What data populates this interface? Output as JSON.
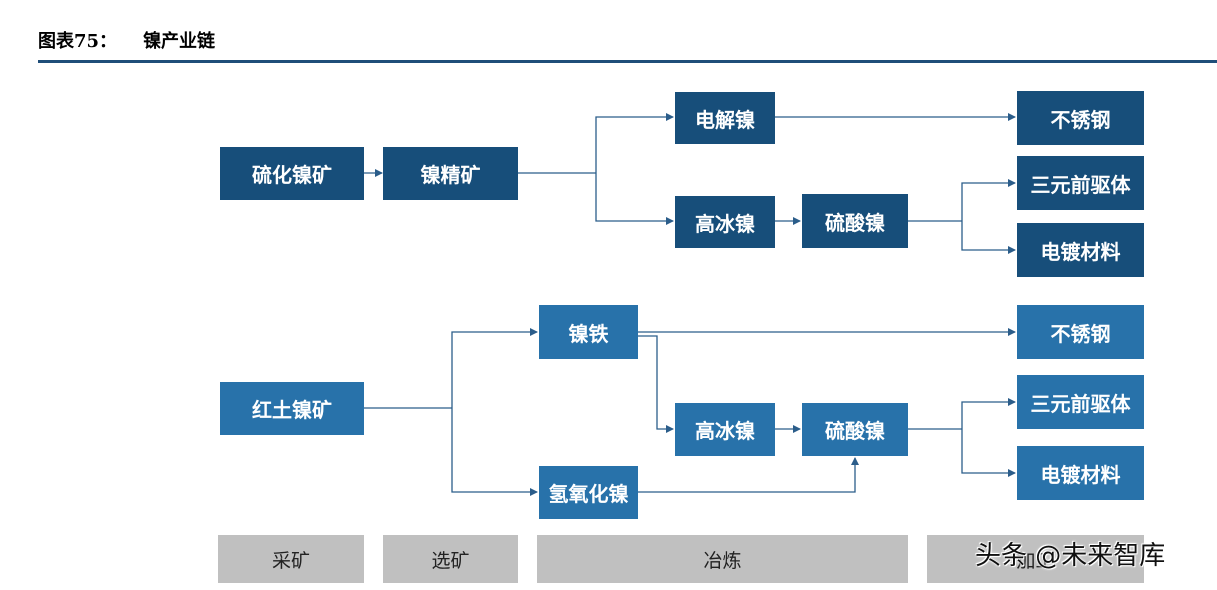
{
  "header": {
    "label": "图表75：",
    "title": "镍产业链"
  },
  "top_chain": {
    "ore": "硫化镍矿",
    "concentrate": "镍精矿",
    "electrolytic": "电解镍",
    "matte": "高冰镍",
    "sulfate": "硫酸镍",
    "stainless": "不锈钢",
    "precursor": "三元前驱体",
    "plating": "电镀材料"
  },
  "bottom_chain": {
    "ore": "红土镍矿",
    "ferronickel": "镍铁",
    "matte": "高冰镍",
    "sulfate": "硫酸镍",
    "hydroxide": "氢氧化镍",
    "stainless": "不锈钢",
    "precursor": "三元前驱体",
    "plating": "电镀材料"
  },
  "stages": [
    "采矿",
    "选矿",
    "冶炼",
    "加工"
  ],
  "watermark": "头条 @未来智库",
  "colors": {
    "dark_box": "#174e7a",
    "light_box": "#2872aa",
    "line": "#2b5d8a",
    "stage": "#c0c0c0"
  }
}
